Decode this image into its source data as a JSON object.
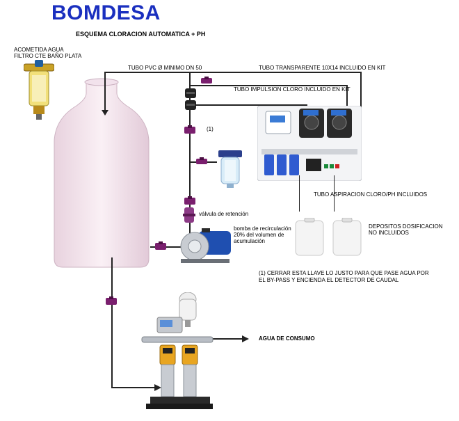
{
  "brand": "BOMDESA",
  "subtitle": "ESQUEMA CLORACION AUTOMATICA + PH",
  "labels": {
    "acometida": "ACOMETIDA AGUA",
    "filtro": "FILTRO CTE BAÑO PLATA",
    "tubo_pvc": "TUBO PVC  Ø MINIMO DN 50",
    "tubo_transparente": "TUBO TRANSPARENTE 10X14 INCLUIDO EN KIT",
    "tubo_impulsion": "TUBO IMPULSION CLORO INCLUIDO EN KIT",
    "marker_1": "(1)",
    "valvula_retencion": "válvula de retención",
    "bomba_1": "bomba de recirculación",
    "bomba_2": "20% del volumen de",
    "bomba_3": "acumulación",
    "tubo_aspiracion": "TUBO ASPIRACION CLORO/PH INCLUIDOS",
    "depositos_1": "DEPOSITOS DOSIFICACION",
    "depositos_2": "NO INCLUIDOS",
    "nota_1": "(1) CERRAR ESTA LLAVE LO JUSTO PARA QUE PASE AGUA POR",
    "nota_2": "EL BY-PASS Y ENCIENDA EL DETECTOR DE CAUDAL",
    "agua_consumo": "AGUA DE CONSUMO"
  },
  "colors": {
    "brand": "#1a2fbf",
    "pipe": "#222222",
    "valve": "#7a1f6e",
    "tank": "#f4e6ee"
  }
}
